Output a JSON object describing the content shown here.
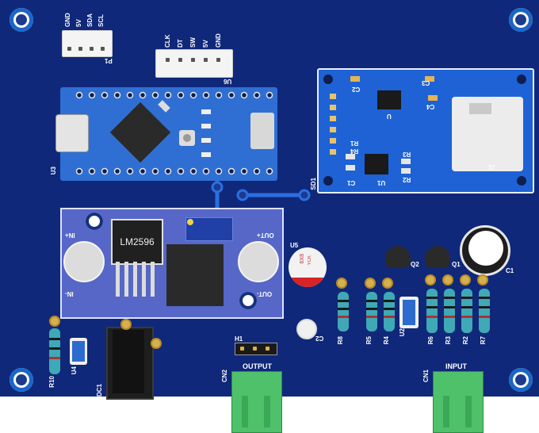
{
  "colors": {
    "board": "#10287a",
    "trace": "#2a6fe0",
    "module_blue": "#2f6fd3",
    "terminal_green": "#4fc16a"
  },
  "header_p1": {
    "pins": [
      "GND",
      "5V",
      "SDA",
      "SCL"
    ],
    "ref": "P1"
  },
  "header_u6": {
    "pins": [
      "CLK",
      "DT",
      "SW",
      "5V",
      "GND"
    ],
    "ref": "U6"
  },
  "nano": {
    "ref": "U3"
  },
  "sd_module": {
    "ref": "SD1",
    "labels": {
      "c2": "C2",
      "c3": "C3",
      "c4": "C4",
      "u": "U",
      "u1": "U1",
      "r1": "R1",
      "r2": "R2",
      "r3": "R3",
      "r4": "R4",
      "c1": "C1",
      "j1": "J1"
    }
  },
  "buck": {
    "chip": "LM2596",
    "in_plus": "IN+",
    "in_minus": "IN-",
    "out_plus": "OUT+",
    "out_minus": "OUT-"
  },
  "cap_u5": {
    "ref": "U5",
    "value": "6X8",
    "brand": "YCK"
  },
  "labels": {
    "c2": "C2",
    "c1": "C1",
    "q1": "Q1",
    "q2": "Q2",
    "h1": "H1",
    "r6": "R6",
    "r5": "R5",
    "r4": "R4",
    "u2": "U2",
    "r8": "R8",
    "r3": "R3",
    "r2": "R2",
    "r7": "R7",
    "r10": "R10",
    "u4": "U4",
    "dc1": "DC1",
    "output_ref": "CN2",
    "output_label": "OUTPUT",
    "input_ref": "CN1",
    "input_label": "INPUT"
  }
}
